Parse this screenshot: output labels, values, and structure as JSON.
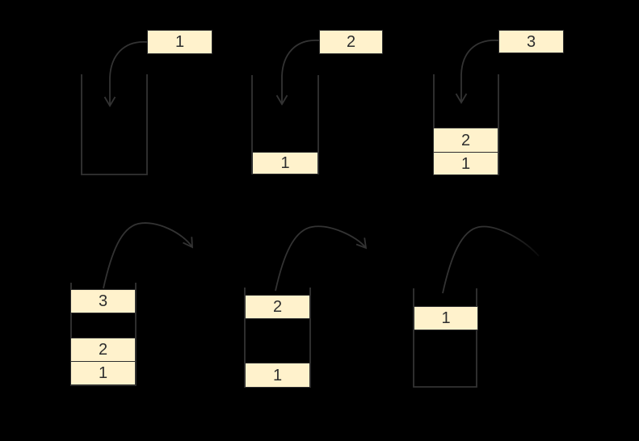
{
  "meta": {
    "description": "Stack push and pop sequence diagram",
    "rows": [
      "push-sequence",
      "pop-sequence"
    ]
  },
  "colors": {
    "background": "#000000",
    "box_fill": "#FFF2CC",
    "box_border": "#2e2e2e",
    "ink": "#333333",
    "text": "#2e2e2e"
  },
  "icons": {
    "push_arrow": "curved-arrow-into-stack",
    "pop_arrow": "curved-arrow-out-of-stack"
  },
  "diagrams": [
    {
      "id": "push-step-1",
      "operation": "push",
      "incoming": {
        "label": "1"
      },
      "stack_items": []
    },
    {
      "id": "push-step-2",
      "operation": "push",
      "incoming": {
        "label": "2"
      },
      "stack_items": [
        {
          "label": "1"
        }
      ]
    },
    {
      "id": "push-step-3",
      "operation": "push",
      "incoming": {
        "label": "3"
      },
      "stack_items": [
        {
          "label": "2"
        },
        {
          "label": "1"
        }
      ]
    },
    {
      "id": "pop-step-1",
      "operation": "pop",
      "popping": {
        "label": "3"
      },
      "remaining": [
        {
          "label": "2"
        },
        {
          "label": "1"
        }
      ]
    },
    {
      "id": "pop-step-2",
      "operation": "pop",
      "popping": {
        "label": "2"
      },
      "remaining": [
        {
          "label": "1"
        }
      ]
    },
    {
      "id": "pop-step-3",
      "operation": "pop",
      "popping": {
        "label": "1"
      },
      "remaining": []
    }
  ]
}
